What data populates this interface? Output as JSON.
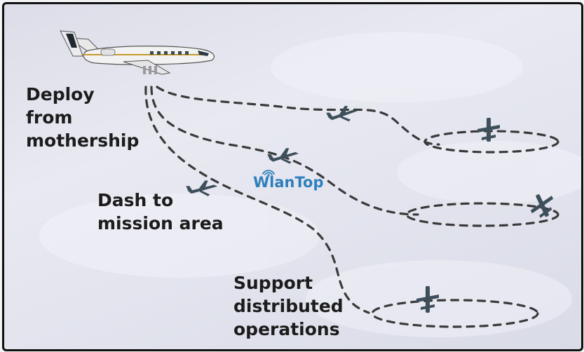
{
  "labels": {
    "deploy": [
      "Deploy",
      "from",
      "mothership"
    ],
    "dash": [
      "Dash to",
      "mission area"
    ],
    "support": [
      "Support",
      "distributed",
      "operations"
    ]
  },
  "watermark": "WlanTop",
  "icons": [
    "mothership-jet-icon",
    "drone-icon",
    "loiter-orbit-icon"
  ],
  "colors": {
    "path": "#3a3a3a",
    "drone": "#3e4f5c",
    "text": "#1c1c1c",
    "watermark": "#2f7fbd"
  }
}
